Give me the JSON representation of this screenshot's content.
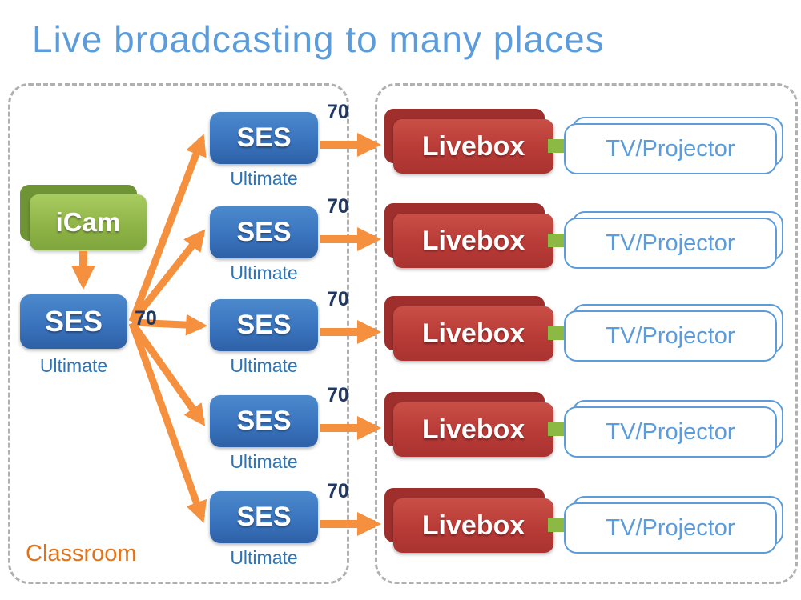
{
  "title": "Live broadcasting to many places",
  "classroom_label": "Classroom",
  "icam": {
    "label": "iCam"
  },
  "source": {
    "label": "SES",
    "sublabel": "Ultimate",
    "port": "70"
  },
  "rows": [
    {
      "ses_label": "SES",
      "ses_sublabel": "Ultimate",
      "port": "70",
      "livebox_label": "Livebox",
      "tv_label": "TV/Projector"
    },
    {
      "ses_label": "SES",
      "ses_sublabel": "Ultimate",
      "port": "70",
      "livebox_label": "Livebox",
      "tv_label": "TV/Projector"
    },
    {
      "ses_label": "SES",
      "ses_sublabel": "Ultimate",
      "port": "70",
      "livebox_label": "Livebox",
      "tv_label": "TV/Projector"
    },
    {
      "ses_label": "SES",
      "ses_sublabel": "Ultimate",
      "port": "70",
      "livebox_label": "Livebox",
      "tv_label": "TV/Projector"
    },
    {
      "ses_label": "SES",
      "ses_sublabel": "Ultimate",
      "port": "70",
      "livebox_label": "Livebox",
      "tv_label": "TV/Projector"
    }
  ],
  "colors": {
    "title_blue": "#5D9CDB",
    "ses_blue": "#3A74BE",
    "icam_green": "#8CB944",
    "livebox_red": "#B93B37",
    "arrow_orange": "#F5913E",
    "classroom_orange": "#E2731B"
  }
}
